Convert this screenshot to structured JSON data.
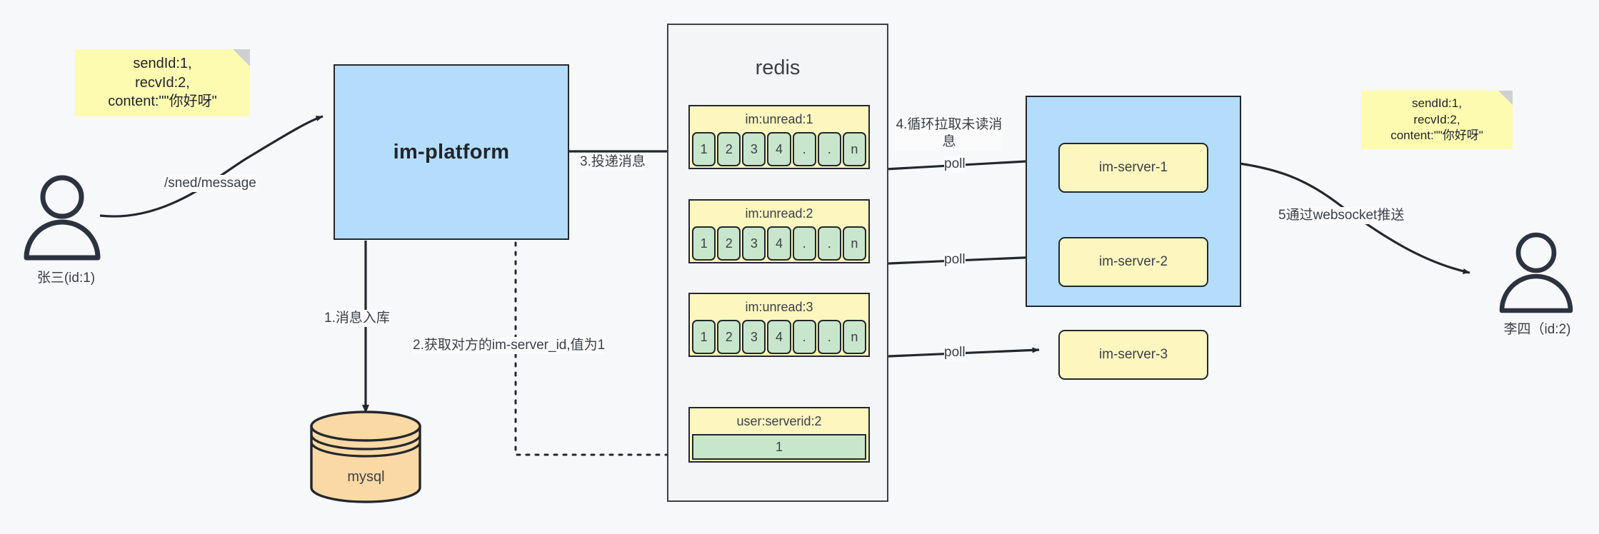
{
  "diagram": {
    "title": "IM message delivery architecture"
  },
  "actors": [
    {
      "name": "sender-actor",
      "label": "张三(id:1)"
    },
    {
      "name": "receiver-actor",
      "label": "李四（id:2)"
    }
  ],
  "notes": {
    "left": "sendId:1,\nrecvId:2,\ncontent:\"\"你好呀\"",
    "right": "sendId:1,\nrecvId:2,\ncontent:\"\"你好呀\""
  },
  "platform": {
    "label": "im-platform",
    "fill": "#b3ddfb"
  },
  "database": {
    "label": "mysql",
    "fill": "#fbd9a5"
  },
  "redis": {
    "title": "redis",
    "fill": "#f4f5f7",
    "keys": [
      {
        "key": "im:unread:1",
        "cells": [
          "1",
          "2",
          "3",
          "4",
          ".",
          ".",
          "n"
        ]
      },
      {
        "key": "im:unread:2",
        "cells": [
          "1",
          "2",
          "3",
          "4",
          ".",
          ".",
          "n"
        ]
      },
      {
        "key": "im:unread:3",
        "cells": [
          "1",
          "2",
          "3",
          "4",
          ".",
          ".",
          "n"
        ]
      }
    ],
    "serverid": {
      "key": "user:serverid:2",
      "value": "1"
    }
  },
  "servers": {
    "fill": "#b3ddfb",
    "items": [
      {
        "label": "im-server-1"
      },
      {
        "label": "im-server-2"
      },
      {
        "label": "im-server-3"
      }
    ]
  },
  "edges": {
    "send_message": "/sned/message",
    "step1": "1.消息入库",
    "step2": "2.获取对方的im-server_id,值为1",
    "step3": "3.投递消息",
    "step4": "4.循环拉取未读消息",
    "poll1": "poll",
    "poll2": "poll",
    "poll3": "poll",
    "step5": "5通过websocket推送"
  },
  "colors": {
    "note": "#fdfbb0",
    "key_header": "#fdf6bf",
    "cell": "#c8e6cc",
    "stroke": "#23272e",
    "background": "#f7f8fa"
  }
}
